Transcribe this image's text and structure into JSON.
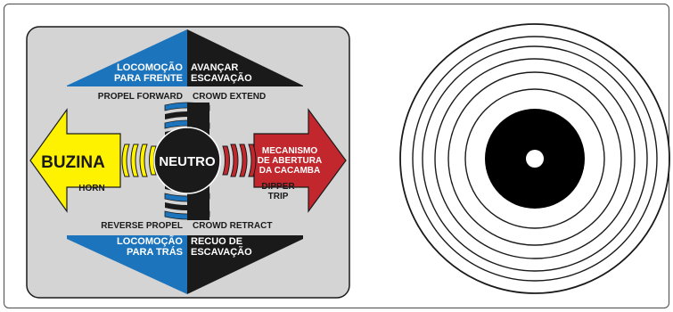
{
  "decal": {
    "colors": {
      "panel": "#d4d4d4",
      "blue": "#1c74bc",
      "black": "#1a1a1a",
      "yellow": "#fff200",
      "red": "#c1272d",
      "white": "#ffffff"
    },
    "center_label": "NEUTRO",
    "top_left_pt": [
      "LOCOMOÇÃO",
      "PARA FRENTE"
    ],
    "top_left_en": "PROPEL FORWARD",
    "top_right_pt": [
      "AVANÇAR",
      "ESCAVAÇÃO"
    ],
    "top_right_en": "CROWD EXTEND",
    "left_pt": "BUZINA",
    "left_en": "HORN",
    "right_pt": [
      "MECANISMO",
      "DE ABERTURA",
      "DA CACAMBA"
    ],
    "right_en": [
      "DIPPER",
      "TRIP"
    ],
    "bottom_left_en": "REVERSE PROPEL",
    "bottom_left_pt": [
      "LOCOMOÇÃO",
      "PARA TRÁS"
    ],
    "bottom_right_en": "CROWD RETRACT",
    "bottom_right_pt": [
      "RECUO DE",
      "ESCAVAÇÃO"
    ]
  },
  "dial": {
    "colors": {
      "ring": "#1a1a1a",
      "fill": "#000000",
      "hole": "#ffffff"
    }
  }
}
